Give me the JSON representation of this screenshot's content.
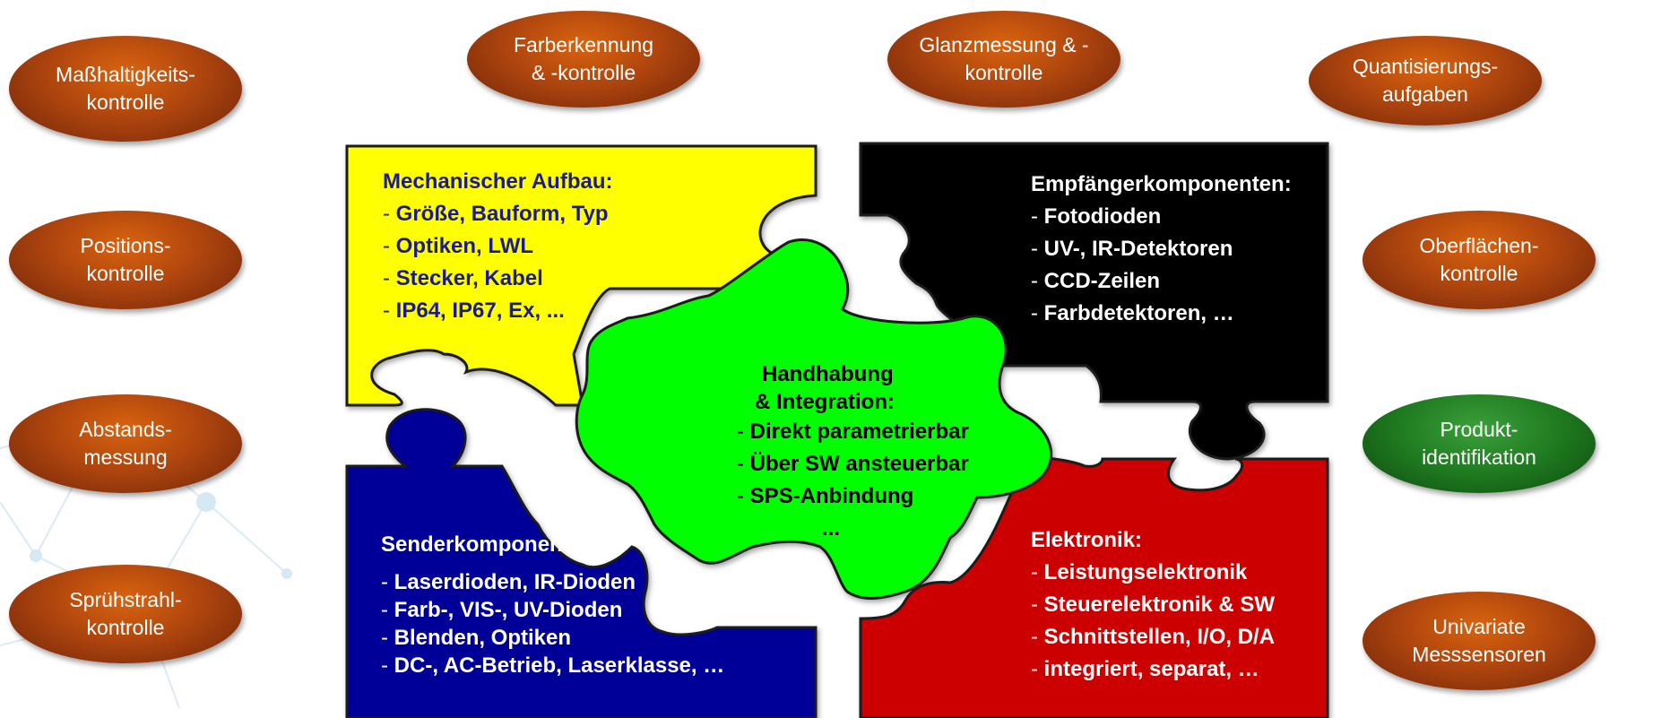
{
  "ovals": [
    {
      "id": "masshaltigkeit",
      "label": "Maßhaltigkeits-\nkontrolle",
      "color": "brown"
    },
    {
      "id": "farberkennung",
      "label": "Farberkennung\n& -kontrolle",
      "color": "brown"
    },
    {
      "id": "glanzmessung",
      "label": "Glanzmessung & -\nkontrolle",
      "color": "brown"
    },
    {
      "id": "quantisierung",
      "label": "Quantisierungs-\naufgaben",
      "color": "brown"
    },
    {
      "id": "position",
      "label": "Positions-\nkontrolle",
      "color": "brown"
    },
    {
      "id": "oberflaeche",
      "label": "Oberflächen-\nkontrolle",
      "color": "brown"
    },
    {
      "id": "abstand",
      "label": "Abstands-\nmessung",
      "color": "brown"
    },
    {
      "id": "produkt",
      "label": "Produkt-\nidentifikation",
      "color": "green"
    },
    {
      "id": "spruehstrahl",
      "label": "Sprühstrahl-\nkontrolle",
      "color": "brown"
    },
    {
      "id": "univariat",
      "label": "Univariate\nMesssensoren",
      "color": "brown"
    }
  ],
  "pieces": {
    "mechanik": {
      "title": "Mechanischer Aufbau:",
      "items": [
        "Größe, Bauform, Typ",
        "Optiken, LWL",
        "Stecker, Kabel",
        "IP64, IP67, Ex, ..."
      ],
      "fill": "#ffff00",
      "text_color": "#1a1a8c"
    },
    "empfaenger": {
      "title": "Empfängerkomponenten:",
      "items": [
        "Fotodioden",
        "UV-, IR-Detektoren",
        "CCD-Zeilen",
        "Farbdetektoren, …"
      ],
      "fill": "#000000",
      "text_color": "#ffffff"
    },
    "handhabung": {
      "title_lines": [
        "Handhabung",
        "& Integration:"
      ],
      "items": [
        "Direkt parametrierbar",
        "Über SW ansteuerbar",
        "SPS-Anbindung"
      ],
      "ellipsis": "...",
      "fill": "#00ff00",
      "text_color": "#000000"
    },
    "sender": {
      "title": "Senderkomponenten:",
      "items": [
        "Laserdioden, IR-Dioden",
        "Farb-, VIS-, UV-Dioden",
        "Blenden, Optiken",
        "DC-, AC-Betrieb, Laserklasse,   …"
      ],
      "fill": "#000099",
      "text_color": "#ffffff"
    },
    "elektronik": {
      "title": "Elektronik:",
      "items": [
        "Leistungselektronik",
        "Steuerelektronik & SW",
        "Schnittstellen, I/O, D/A",
        "integriert, separat, …"
      ],
      "fill": "#cc0000",
      "text_color": "#ffffff"
    }
  },
  "dash": "- "
}
